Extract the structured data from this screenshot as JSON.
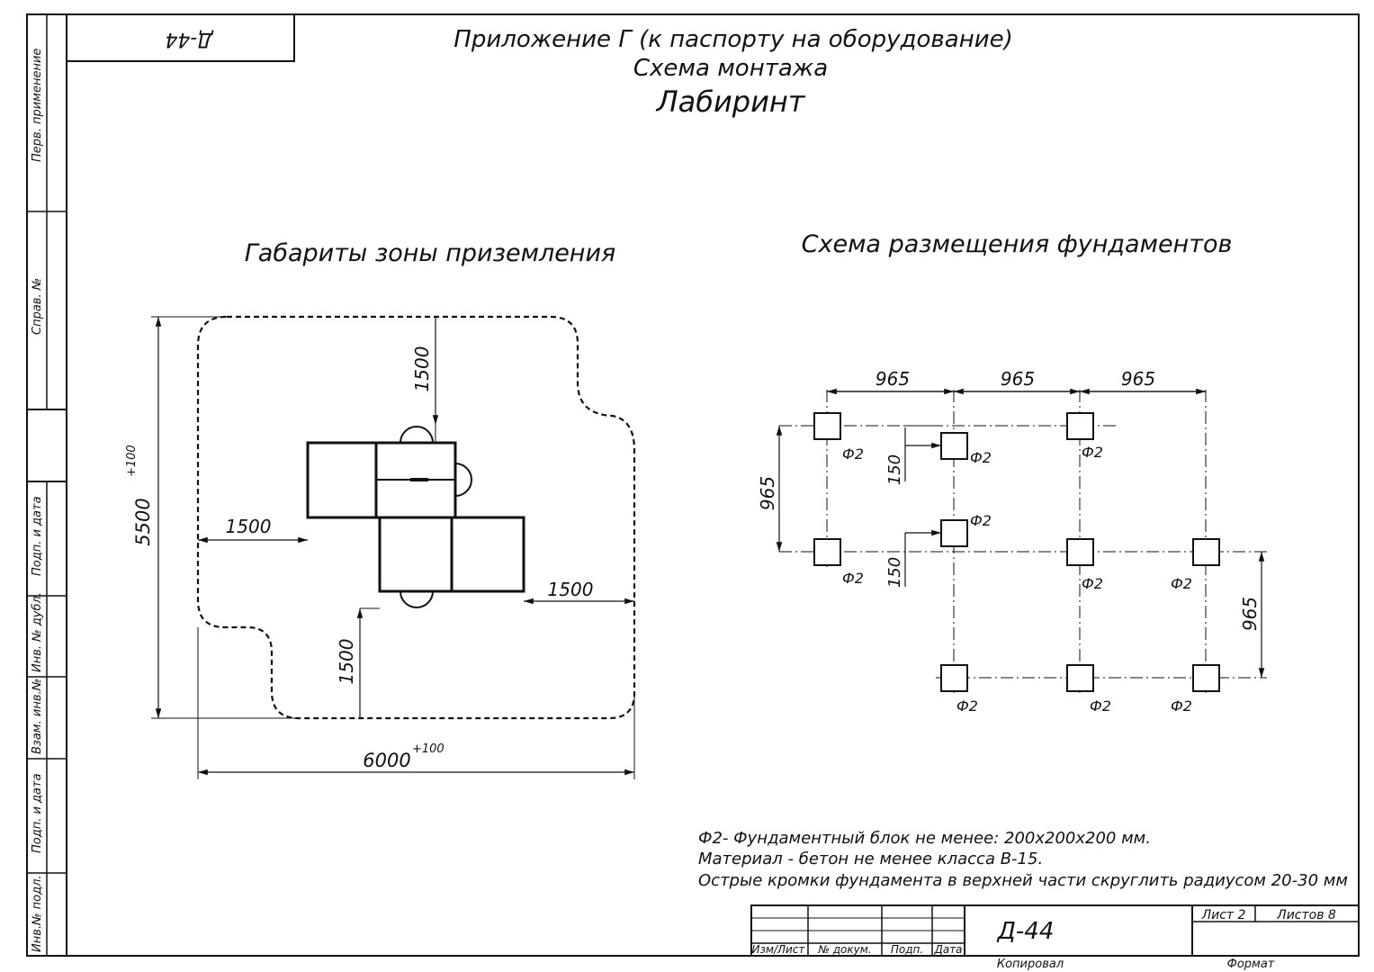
{
  "header": {
    "code_rotated": "Д-44",
    "title_line1": "Приложение Г (к паспорту на оборудование)",
    "title_line2": "Схема монтажа",
    "title_line3": "Лабиринт"
  },
  "side_stamp": {
    "perv_primenenie": "Перв. применение",
    "sprav_no": "Справ. №",
    "podp_i_data_1": "Подп. и дата",
    "inv_no_dubl": "Инв. № дубл.",
    "vzam_inv_no": "Взам. инв.№",
    "podp_i_data_2": "Подп. и дата",
    "inv_no_podl": "Инв.№ подл."
  },
  "left_view": {
    "title": "Габариты зоны приземления",
    "dim_top": "1500",
    "dim_left": "1500",
    "dim_right": "1500",
    "dim_bottom": "1500",
    "dim_height": "5500",
    "dim_height_tol": "+100",
    "dim_width": "6000",
    "dim_width_tol": "+100"
  },
  "right_view": {
    "title": "Схема размещения фундаментов",
    "dim_h1": "965",
    "dim_h2": "965",
    "dim_h3": "965",
    "dim_v_left": "965",
    "dim_v_right": "965",
    "dim_offset_1": "150",
    "dim_offset_2": "150",
    "block_label": "Ф2"
  },
  "notes": {
    "line1": "Ф2- Фундаментный блок не менее: 200х200х200 мм.",
    "line2": "Материал - бетон не менее класса В-15.",
    "line3": "Острые кромки фундамента в верхней части скруглить радиусом 20-30 мм"
  },
  "title_block": {
    "col_izm": "Изм",
    "col_list": "Лист",
    "col_no_dokum": "№ докум.",
    "col_podp": "Подп.",
    "col_data": "Дата",
    "designation": "Д-44",
    "sheet_label": "Лист 2",
    "sheets_label": "Листов 8",
    "copied": "Копировал",
    "format": "Формат"
  }
}
